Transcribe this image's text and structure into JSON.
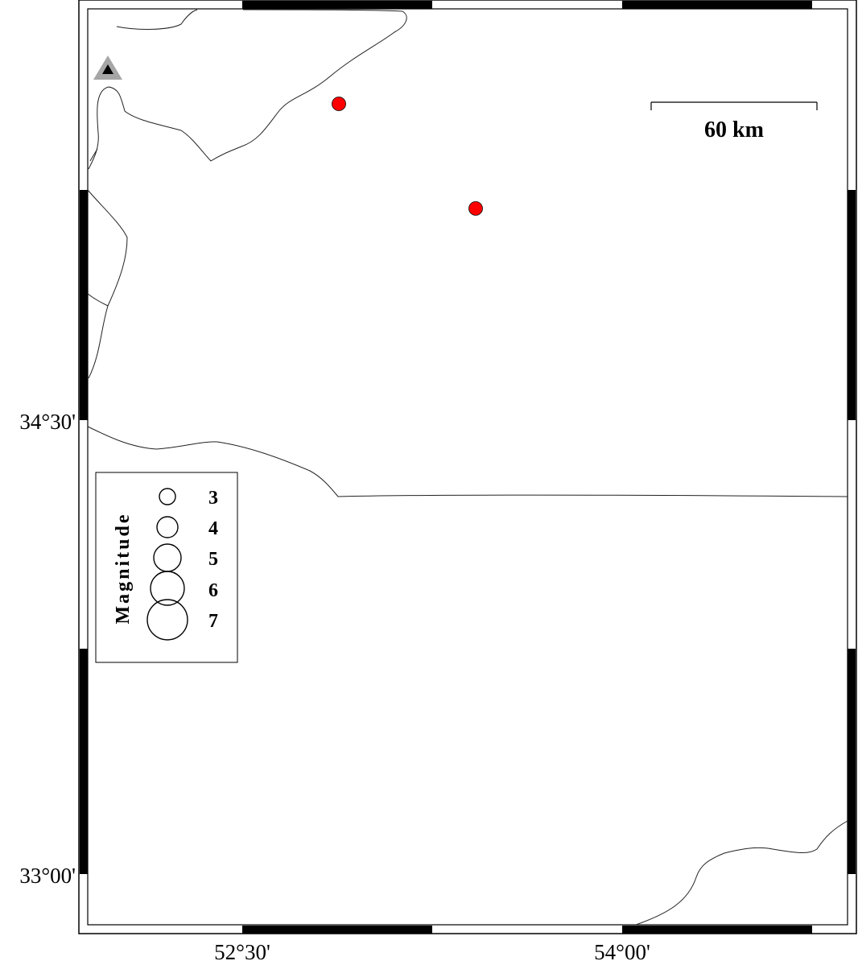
{
  "map": {
    "axis_labels": {
      "lat_34_30": "34°30'",
      "lat_33_00": "33°00'",
      "lon_52_30": "52°30'",
      "lon_54_00": "54°00'"
    },
    "scale_bar": {
      "label": "60 km"
    },
    "legend": {
      "title": "Magnitude",
      "entries": [
        {
          "label": "3",
          "magnitude": 3
        },
        {
          "label": "4",
          "magnitude": 4
        },
        {
          "label": "5",
          "magnitude": 5
        },
        {
          "label": "6",
          "magnitude": 6
        },
        {
          "label": "7",
          "magnitude": 7
        }
      ]
    },
    "colors": {
      "event": "#ff0000",
      "station_outer": "#a6a6a6",
      "station_inner": "#000000",
      "frame": "#000000"
    },
    "icons": {
      "station": "station-triangle-icon",
      "event": "earthquake-event-icon"
    }
  }
}
